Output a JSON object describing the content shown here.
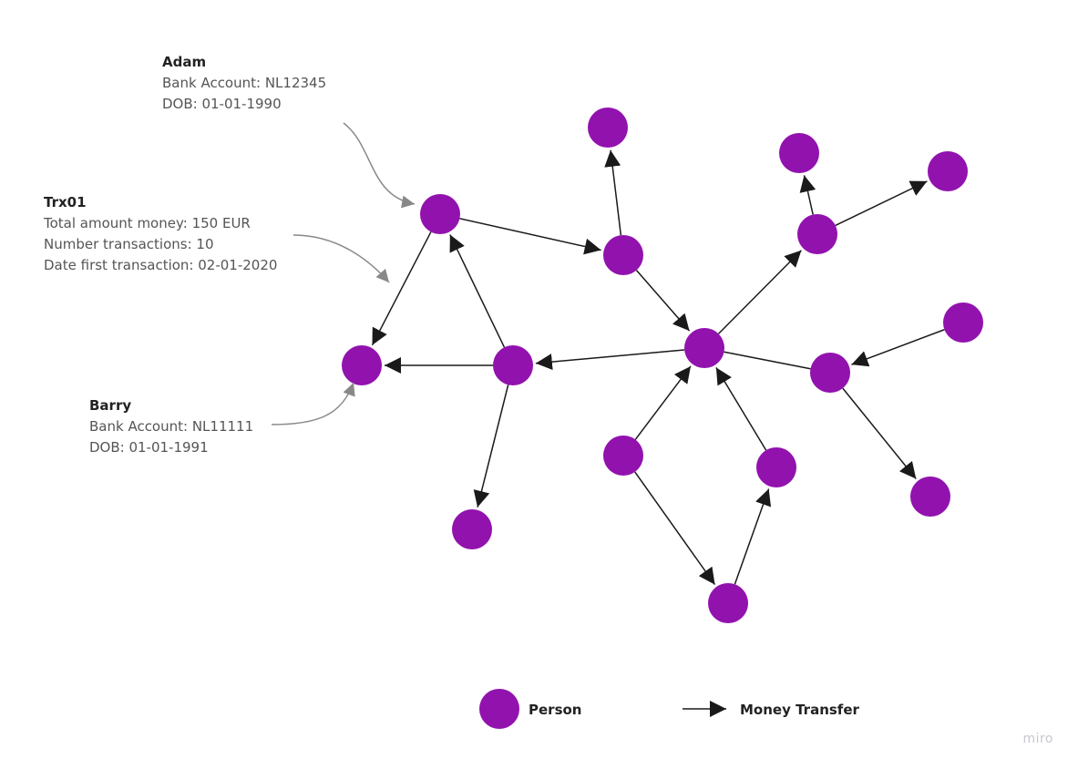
{
  "annotations": {
    "adam": {
      "title": "Adam",
      "lines": [
        "Bank Account: NL12345",
        "DOB: 01-01-1990"
      ]
    },
    "trx": {
      "title": "Trx01",
      "lines": [
        "Total amount money: 150 EUR",
        "Number transactions: 10",
        "Date first transaction: 02-01-2020"
      ]
    },
    "barry": {
      "title": "Barry",
      "lines": [
        "Bank Account: NL11111",
        "DOB: 01-01-1991"
      ]
    }
  },
  "legend": {
    "person": "Person",
    "transfer": "Money Transfer"
  },
  "watermark": "miro",
  "colors": {
    "node": "#9212AE",
    "edge": "#1a1a1a",
    "annotation": "#888888"
  },
  "nodes": [
    "adam",
    "b",
    "c",
    "d",
    "barry",
    "f",
    "g",
    "h",
    "i",
    "j",
    "k",
    "l",
    "m",
    "n",
    "o",
    "p"
  ],
  "edges": [
    {
      "from": "adam",
      "to": "b",
      "directed": true
    },
    {
      "from": "b",
      "to": "c",
      "directed": true
    },
    {
      "from": "b",
      "to": "d",
      "directed": true
    },
    {
      "from": "adam",
      "to": "barry",
      "directed": true
    },
    {
      "from": "f",
      "to": "adam",
      "directed": true
    },
    {
      "from": "f",
      "to": "barry",
      "directed": true
    },
    {
      "from": "f",
      "to": "g",
      "directed": true
    },
    {
      "from": "d",
      "to": "f",
      "directed": true
    },
    {
      "from": "d",
      "to": "h",
      "directed": true
    },
    {
      "from": "h",
      "to": "i",
      "directed": true
    },
    {
      "from": "h",
      "to": "j",
      "directed": true
    },
    {
      "from": "k",
      "to": "l",
      "directed": true
    },
    {
      "from": "d",
      "to": "l",
      "directed": false
    },
    {
      "from": "l",
      "to": "m",
      "directed": true
    },
    {
      "from": "n",
      "to": "d",
      "directed": true
    },
    {
      "from": "o",
      "to": "d",
      "directed": true
    },
    {
      "from": "n",
      "to": "p",
      "directed": true
    },
    {
      "from": "p",
      "to": "o",
      "directed": true
    }
  ]
}
